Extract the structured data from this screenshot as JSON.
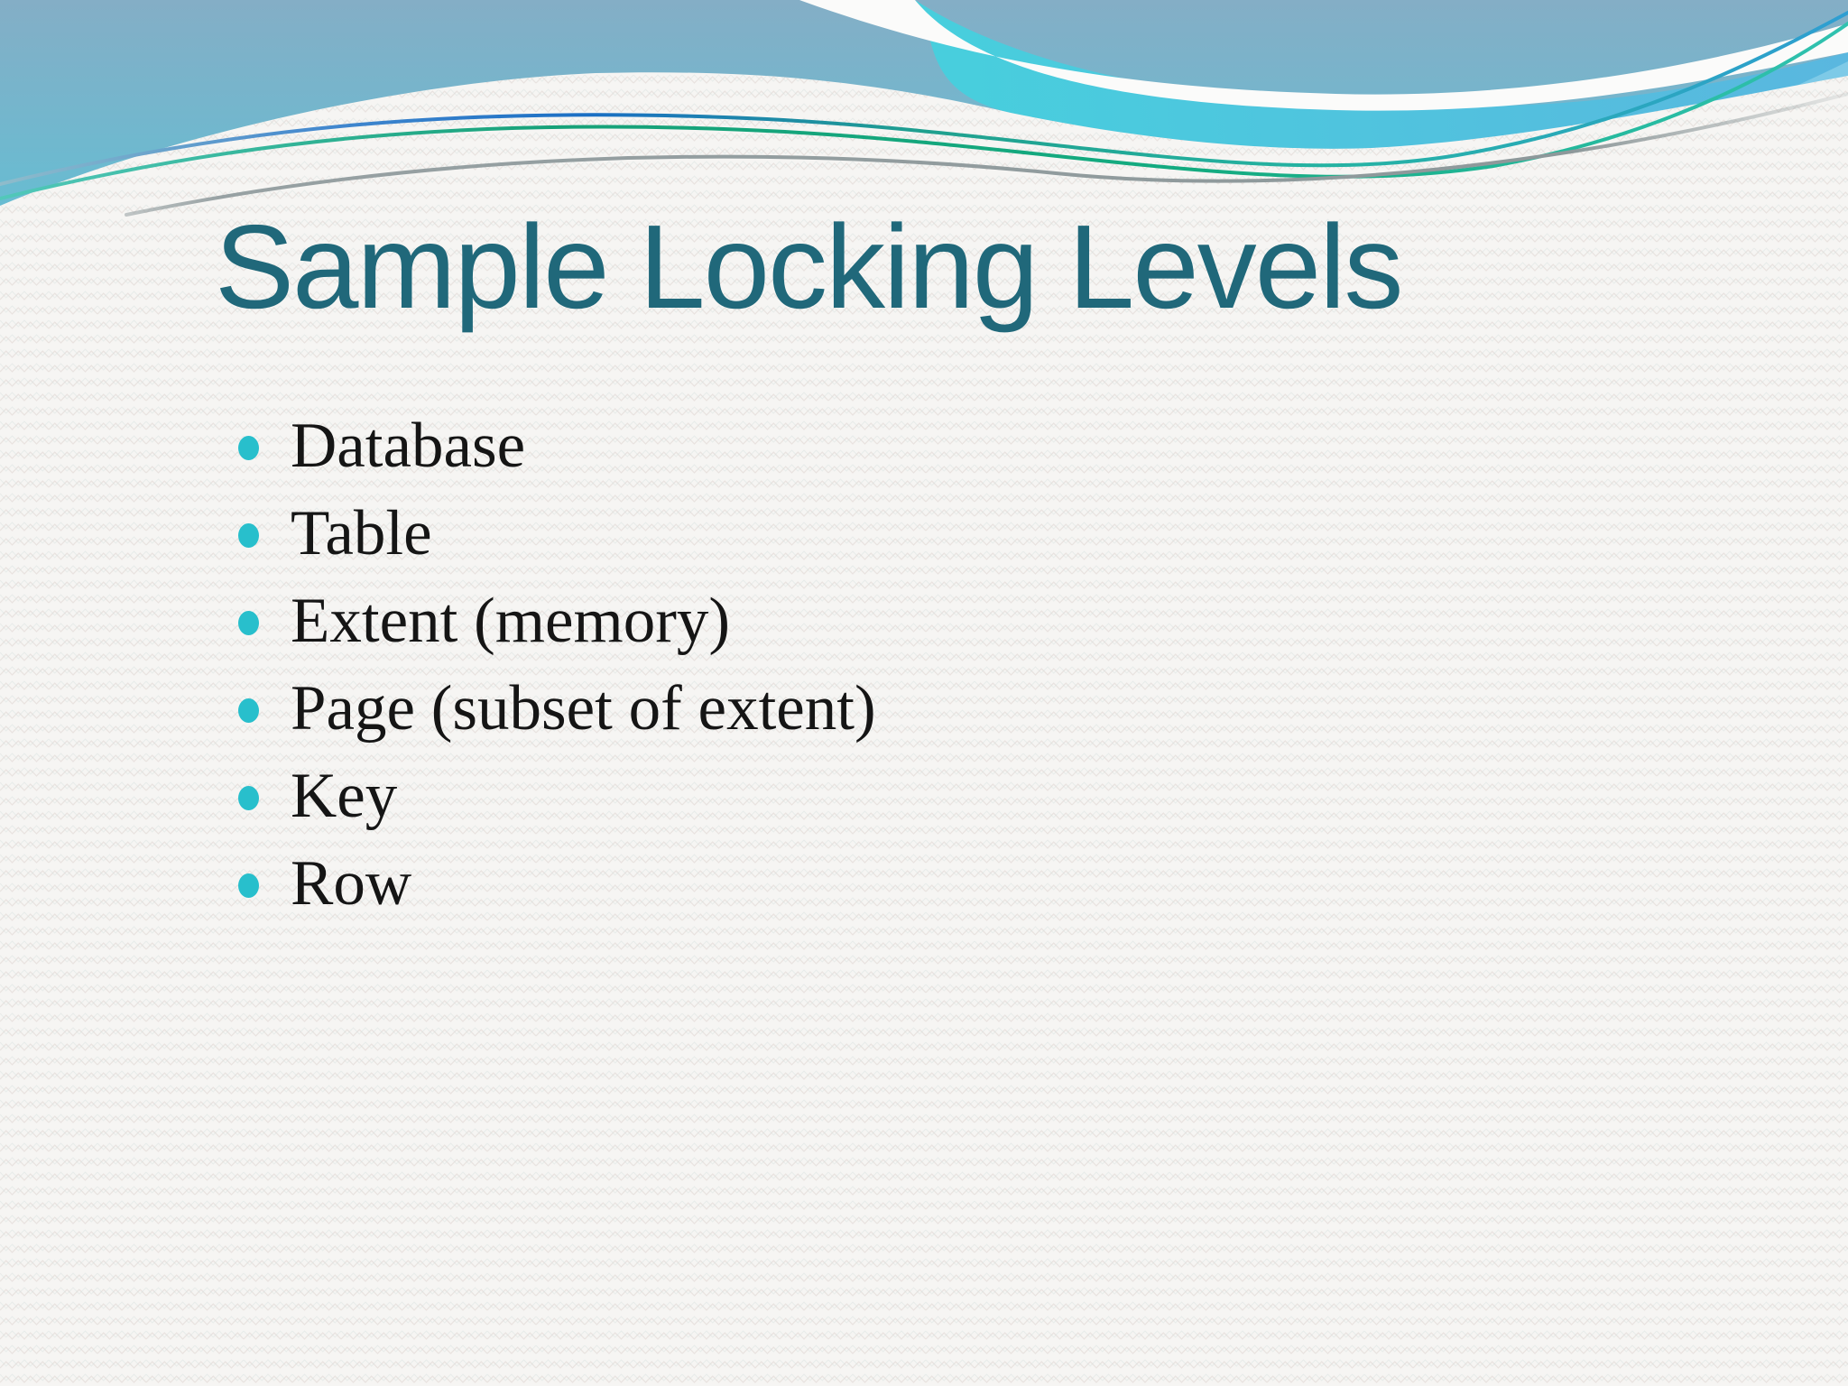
{
  "slide": {
    "title": "Sample Locking Levels",
    "bullets": [
      "Database",
      "Table",
      "Extent (memory)",
      "Page (subset of extent)",
      "Key",
      "Row"
    ]
  },
  "colors": {
    "title_text": "#20687A",
    "body_text": "#151515",
    "bullet_dot": "#28BFCC",
    "page_background": "#F6F5F3",
    "sky_top": "#84AEC6",
    "sky_mid": "#62BFD4",
    "sky_cyan": "#4CD2DF",
    "wave_band_teal": "#44D1DE",
    "wave_band_blue": "#58B7E0",
    "accent_line_blue": "#1B6FC4",
    "accent_line_green": "#16A178",
    "accent_line_gray": "#97A1A3"
  }
}
